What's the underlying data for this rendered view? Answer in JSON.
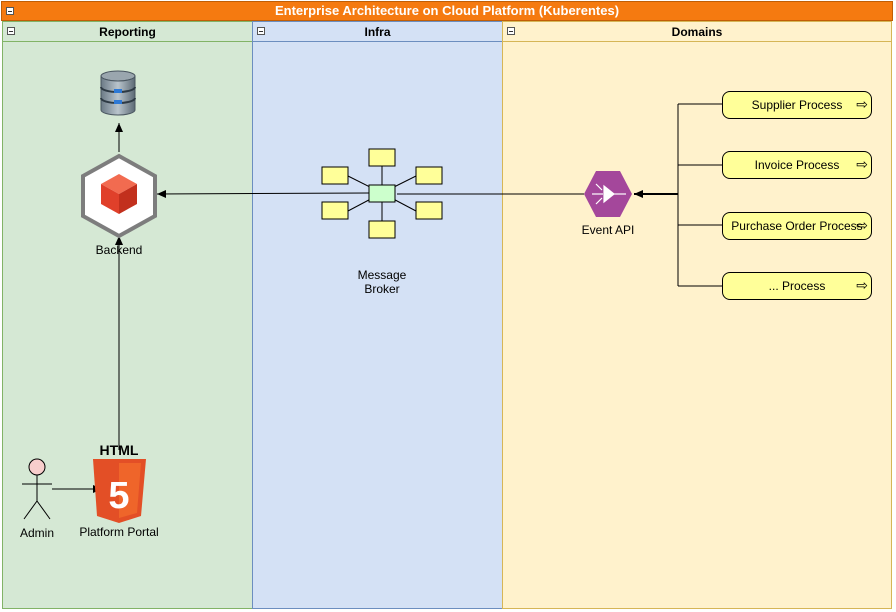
{
  "diagram": {
    "title": "Enterprise Architecture on Cloud Platform (Kuberentes)",
    "lanes": {
      "reporting": "Reporting",
      "infra": "Infra",
      "domains": "Domains"
    },
    "nodes": {
      "database": "",
      "backend": "Backend",
      "message_broker": "Message\nBroker",
      "event_api": "Event API",
      "platform_portal": "Platform Portal",
      "html_logo_text": "HTML",
      "html_logo_number": "5",
      "admin": "Admin"
    },
    "processes": [
      {
        "label": "Supplier Process"
      },
      {
        "label": "Invoice Process"
      },
      {
        "label": "Purchase Order Process"
      },
      {
        "label": "... Process"
      }
    ],
    "colors": {
      "title": "#f57a10",
      "reporting_lane": "#d5e8d4",
      "infra_lane": "#d4e1f5",
      "domains_lane": "#fff2cc",
      "process_fill": "#ffff99",
      "event_api": "#a4479b",
      "backend": "#e0402a",
      "html5": "#e34f26"
    }
  }
}
